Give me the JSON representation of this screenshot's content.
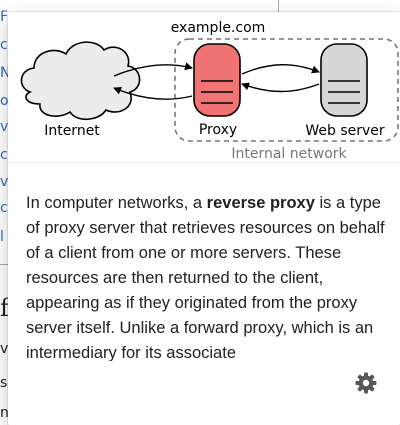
{
  "background": {
    "left_fragments": [
      "F",
      "c",
      "N",
      "o",
      "v",
      "c",
      "v",
      "c",
      "l",
      "v",
      "s",
      "n"
    ],
    "section_heading_fragment": "f"
  },
  "diagram": {
    "labels": {
      "domain": "example.com",
      "internet": "Internet",
      "proxy": "Proxy",
      "web_server": "Web server",
      "internal_network": "Internal network"
    },
    "colors": {
      "proxy_fill": "#f07474",
      "server_fill": "#d6d6d6",
      "cloud_fill": "#ececec",
      "dashed_border": "#777777"
    }
  },
  "extract": {
    "before": "In computer networks, a ",
    "term": "reverse proxy",
    "after": " is a type of proxy server that retrieves resources on behalf of a client from one or more servers. These resources are then returned to the client, appearing as if they originated from the proxy server itself. Unlike a forward proxy, which is an intermediary for its associate"
  },
  "settings": {
    "icon": "gear-icon"
  }
}
